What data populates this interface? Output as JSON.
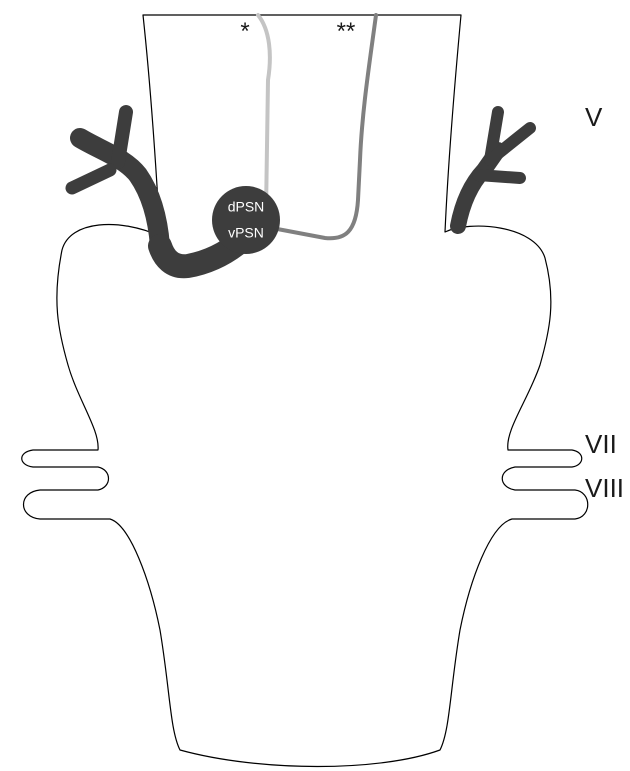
{
  "labels": {
    "nerve_v": "V",
    "nerve_vii": "VII",
    "nerve_viii": "VIII",
    "star_single": "*",
    "star_double": "**",
    "nucleus_dorsal": "dPSN",
    "nucleus_ventral": "vPSN"
  },
  "colors": {
    "outline": "#000000",
    "nerve_fill": "#3d3d3d",
    "nucleus_fill": "#3d3d3d",
    "tract_light": "#c4c4c4",
    "tract_medium": "#808080"
  }
}
